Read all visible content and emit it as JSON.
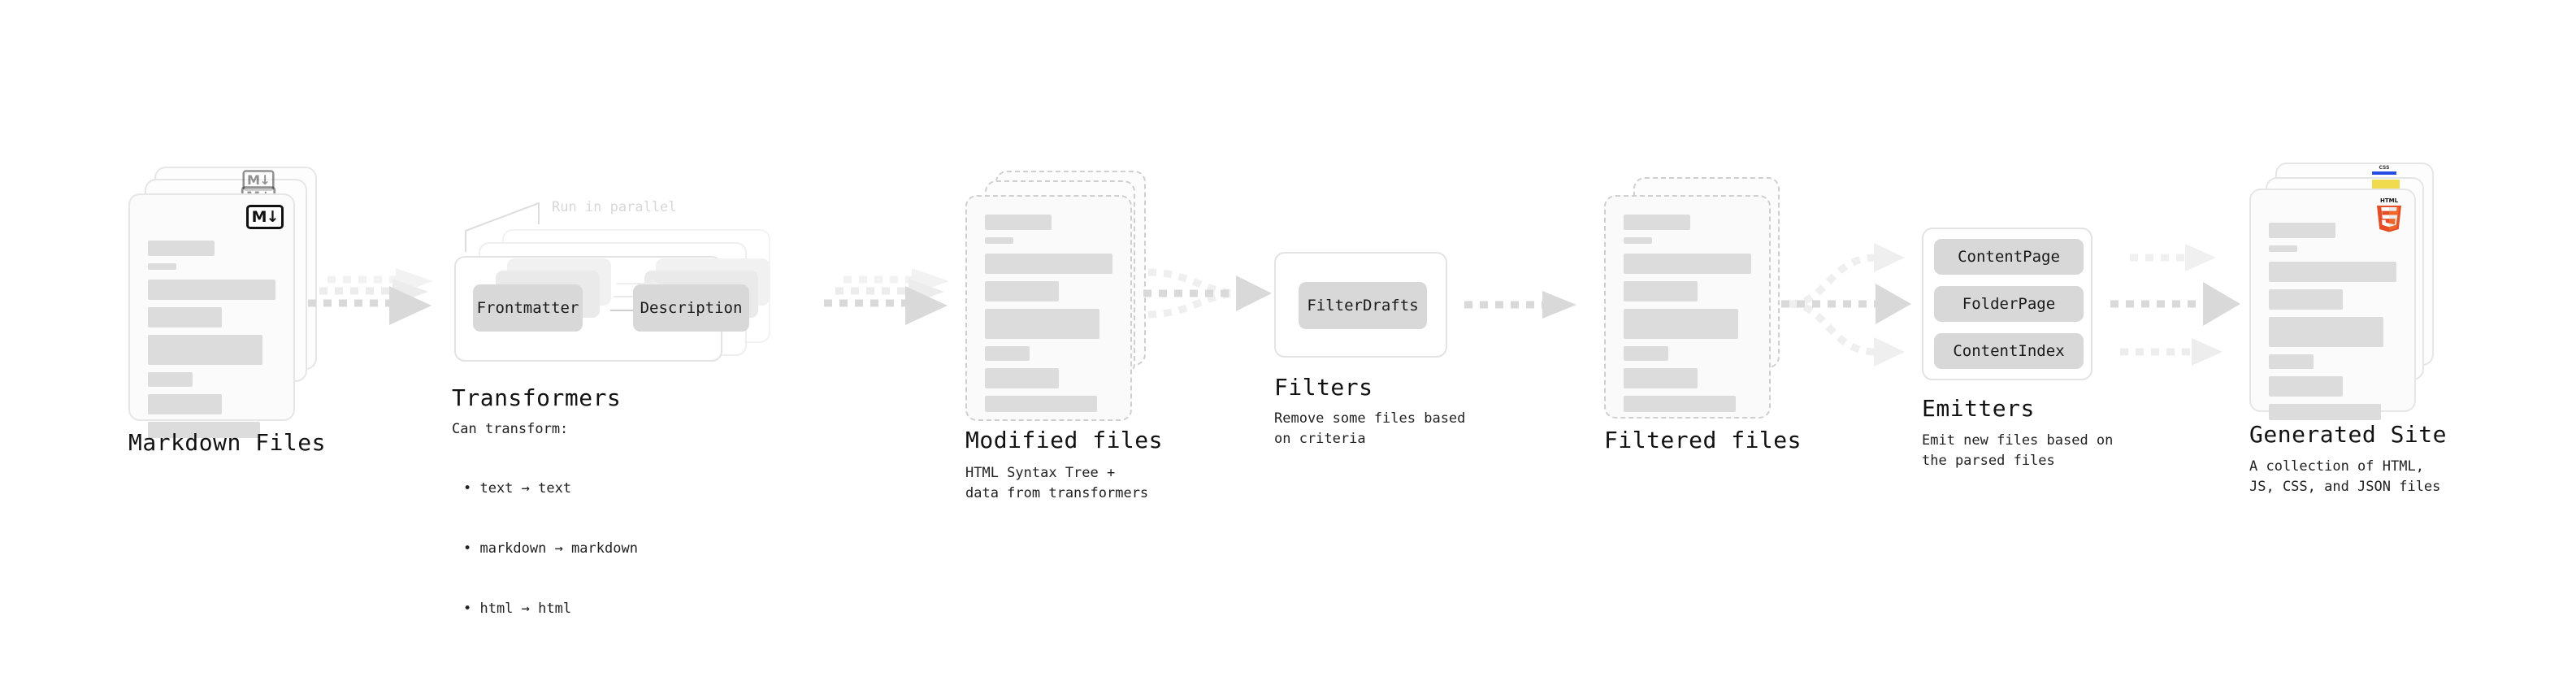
{
  "diagram": {
    "title_font_note": "monospace",
    "colors": {
      "skeleton": "#dcdcdc",
      "chip": "#d8d8d8",
      "arrow": "#d5d5d5",
      "arrow_faint": "#ededed",
      "card_border": "#e6e6e6",
      "dashed_border": "#cfcfcf",
      "html5_orange": "#e44d26",
      "html5_orange_light": "#f16529",
      "js_yellow": "#f0db4f",
      "css_blue": "#264de4",
      "label_muted": "#d8d8d8"
    },
    "stages": [
      {
        "id": "markdown-files",
        "title": "Markdown Files",
        "subtitle": "",
        "icon": "markdown-icon",
        "icon_label": "M↓"
      },
      {
        "id": "transformers",
        "title": "Transformers",
        "subtitle": "Can transform:",
        "annotation": "Run in parallel",
        "chips": [
          "Frontmatter",
          "Description"
        ],
        "list": [
          "• text → text",
          "• markdown → markdown",
          "• html → html"
        ]
      },
      {
        "id": "modified-files",
        "title": "Modified files",
        "subtitle": "HTML Syntax Tree +\ndata from transformers"
      },
      {
        "id": "filters",
        "title": "Filters",
        "subtitle": "Remove some files based\non criteria",
        "chips": [
          "FilterDrafts"
        ]
      },
      {
        "id": "filtered-files",
        "title": "Filtered files",
        "subtitle": ""
      },
      {
        "id": "emitters",
        "title": "Emitters",
        "subtitle": "Emit new files based on\nthe parsed files",
        "chips": [
          "ContentPage",
          "FolderPage",
          "ContentIndex"
        ]
      },
      {
        "id": "generated-site",
        "title": "Generated Site",
        "subtitle": "A collection of HTML,\nJS, CSS, and JSON files",
        "icon": "html5-icon",
        "icon_label": "HTML",
        "badges": [
          "js-badge",
          "css-badge"
        ],
        "css_badge_label": "CSS"
      }
    ]
  }
}
